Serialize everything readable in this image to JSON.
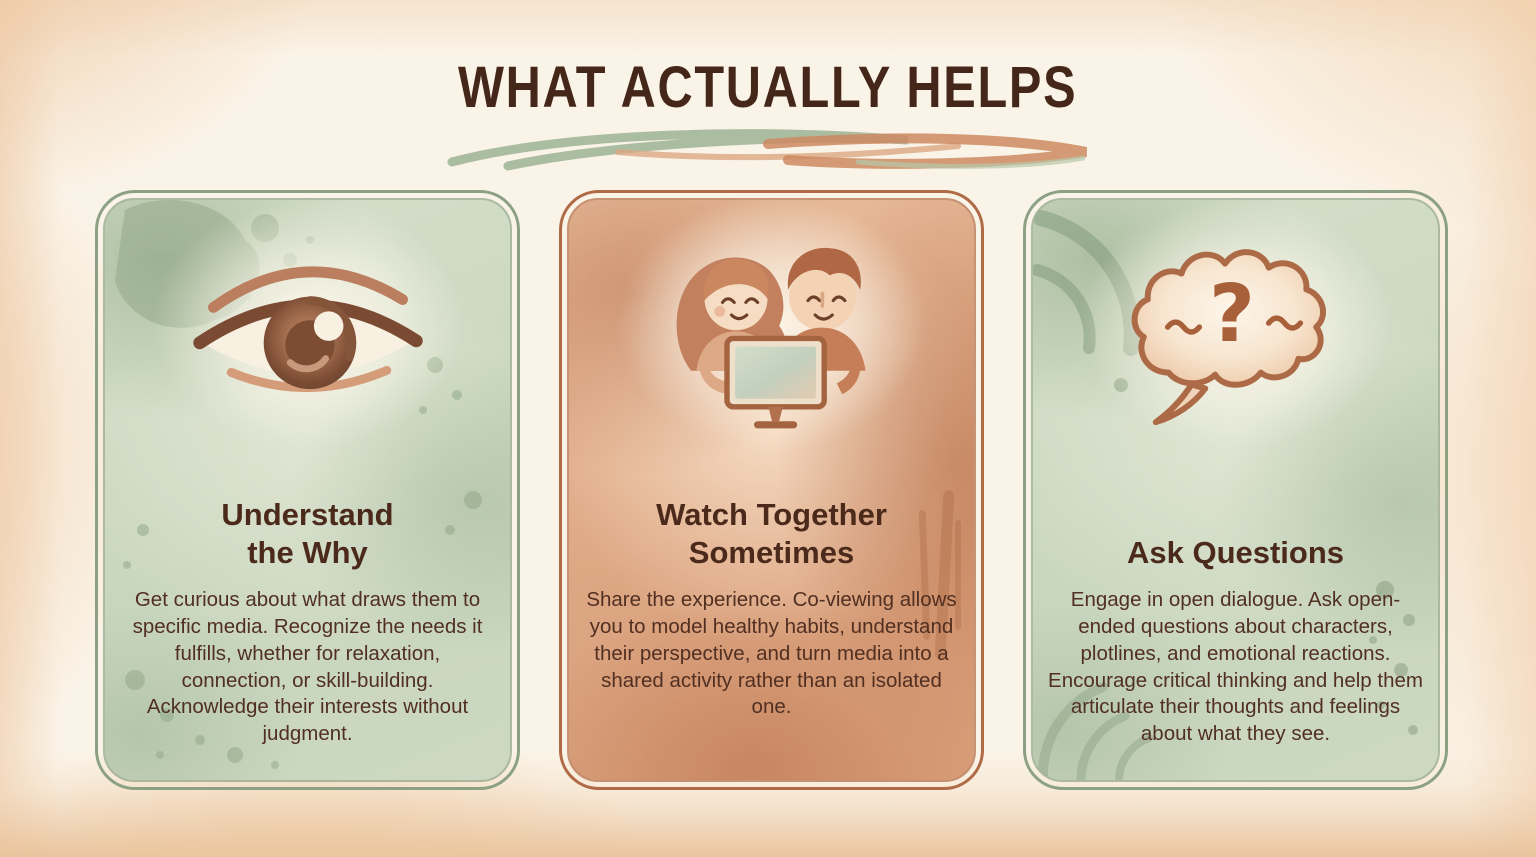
{
  "title": "WHAT ACTUALLY HELPS",
  "colors": {
    "background_cream": "#FAF3E7",
    "edge_wash_peach": "#EEC9A4",
    "title_brown": "#45271A",
    "text_brown": "#512F21",
    "green_border": "#8CA184",
    "green_fill": "#CCD8C2",
    "terracotta_border": "#B06A45",
    "terracotta_fill": "#DDA683"
  },
  "cards": [
    {
      "icon": "eye-icon",
      "heading": "Understand\nthe Why",
      "body": "Get curious about what draws them to specific media. Recognize the needs it fulfills, whether for relaxation, connection, or skill-building. Acknowledge their interests without judgment.",
      "theme": "green"
    },
    {
      "icon": "co-viewing-icon",
      "heading": "Watch Together\nSometimes",
      "body": "Share the experience. Co-viewing allows you to model healthy habits, understand their perspective, and turn media into a shared activity rather than an isolated one.",
      "theme": "terracotta"
    },
    {
      "icon": "question-bubble-icon",
      "heading": "Ask Questions",
      "body": "Engage in open dialogue. Ask open-ended questions about characters, plotlines, and emotional reactions. Encourage critical thinking and help them articulate their thoughts and feelings about what they see.",
      "theme": "green"
    }
  ]
}
